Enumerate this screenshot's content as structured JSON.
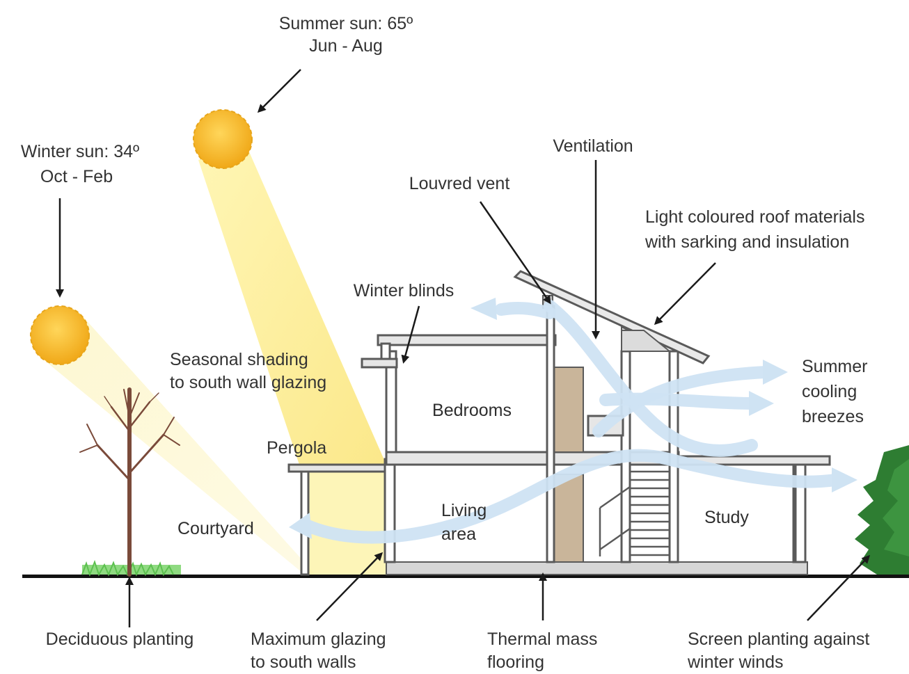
{
  "labels": {
    "summer_sun_line1": "Summer sun: 65º",
    "summer_sun_line2": "Jun - Aug",
    "winter_sun_line1": "Winter sun: 34º",
    "winter_sun_line2": "Oct - Feb",
    "ventilation": "Ventilation",
    "louvred_vent": "Louvred vent",
    "roof_line1": "Light coloured roof materials",
    "roof_line2": "with sarking and insulation",
    "winter_blinds": "Winter blinds",
    "shading_line1": "Seasonal shading",
    "shading_line2": "to south wall glazing",
    "summer_line1": "Summer",
    "summer_line2": "cooling",
    "summer_line3": "breezes",
    "pergola": "Pergola",
    "courtyard": "Courtyard",
    "deciduous": "Deciduous planting",
    "glazing_line1": "Maximum glazing",
    "glazing_line2": "to south walls",
    "thermal_line1": "Thermal mass",
    "thermal_line2": "flooring",
    "screen_line1": "Screen planting against",
    "screen_line2": "winter winds"
  },
  "rooms": {
    "bedrooms": "Bedrooms",
    "living_line1": "Living",
    "living_line2": "area",
    "study": "Study"
  },
  "colors": {
    "sun": "#f5b41a",
    "sun_beam": "#fdf3a6",
    "breeze": "#cfe3f3",
    "thermal_mass": "#c9b59a",
    "tree": "#2e7d32",
    "grass": "#7bd36b"
  }
}
